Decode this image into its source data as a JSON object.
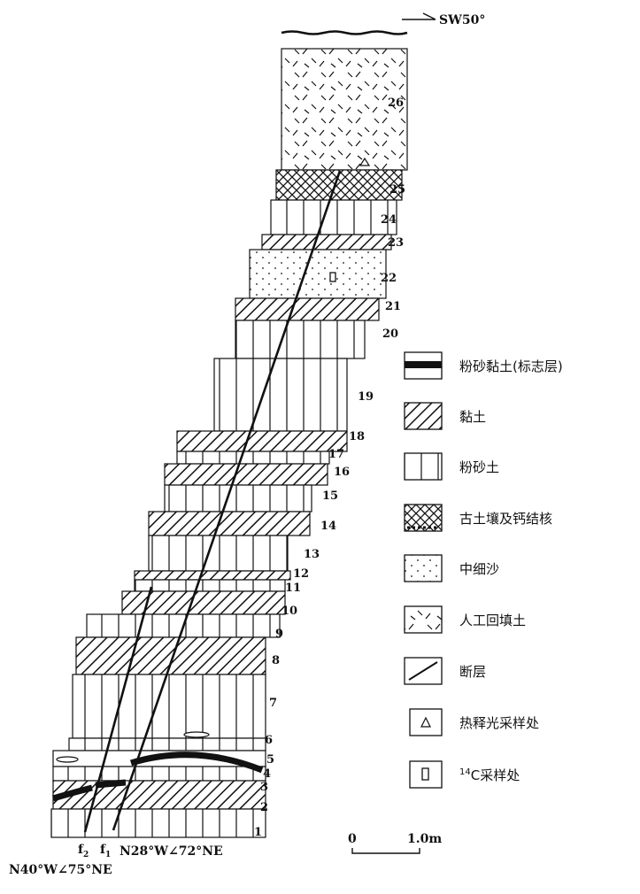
{
  "orientation": "SW50°",
  "layers": [
    "1",
    "2",
    "3",
    "4",
    "5",
    "6",
    "7",
    "8",
    "9",
    "10",
    "11",
    "12",
    "13",
    "14",
    "15",
    "16",
    "17",
    "18",
    "19",
    "20",
    "21",
    "22",
    "23",
    "24",
    "25",
    "26"
  ],
  "faults": {
    "f2": "f",
    "f2_sub": "2",
    "f1": "f",
    "f1_sub": "1",
    "f1_attitude": "N28°W∠72°NE",
    "f2_attitude": "N40°W∠75°NE"
  },
  "scale": {
    "zero": "0",
    "len": "1.0m"
  },
  "legend": [
    {
      "key": "silty-clay-marker",
      "label": "粉砂黏土(标志层)",
      "pattern": "marker"
    },
    {
      "key": "clay",
      "label": "黏土",
      "pattern": "hatch"
    },
    {
      "key": "silt",
      "label": "粉砂土",
      "pattern": "vlines"
    },
    {
      "key": "paleosol",
      "label": "古土壤及钙结核",
      "pattern": "cross"
    },
    {
      "key": "sand",
      "label": "中细沙",
      "pattern": "dots"
    },
    {
      "key": "fill",
      "label": "人工回填土",
      "pattern": "dash"
    },
    {
      "key": "fault",
      "label": "断层",
      "pattern": "fault"
    },
    {
      "key": "tl-sample",
      "label": "热释光采样处",
      "pattern": "triangle"
    },
    {
      "key": "c14-sample",
      "label": "C采样处",
      "sup": "14",
      "pattern": "rect"
    }
  ]
}
